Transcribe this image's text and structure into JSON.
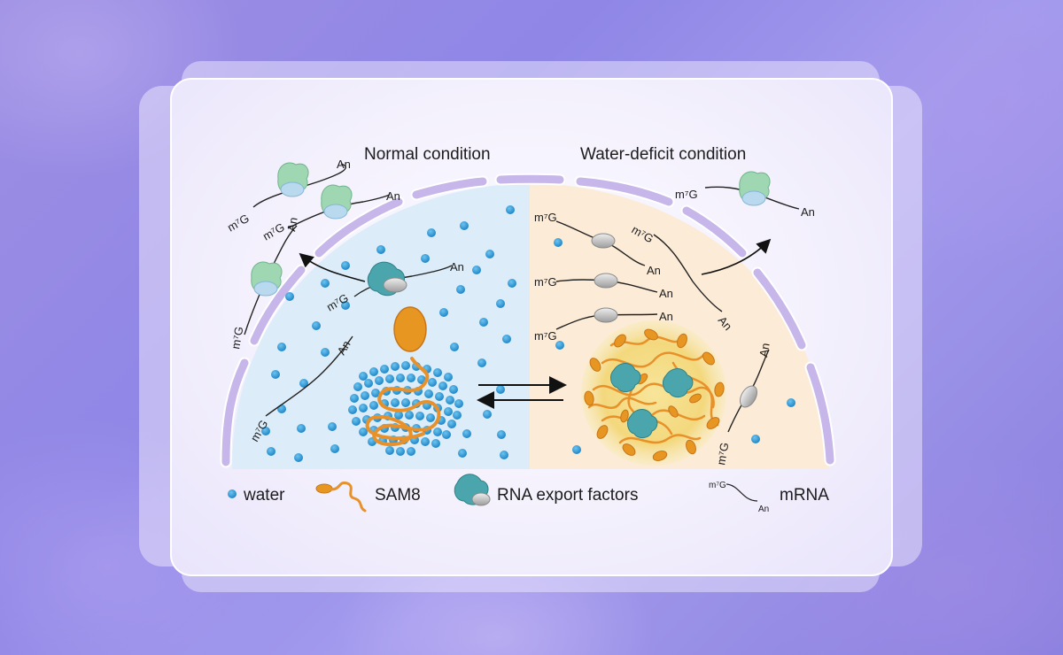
{
  "titles": {
    "normal": "Normal condition",
    "deficit": "Water-deficit condition"
  },
  "mrna": {
    "cap": "m⁷G",
    "tail": "An"
  },
  "legend": {
    "water": "water",
    "sam8": "SAM8",
    "export": "RNA export factors",
    "mrna": "mRNA"
  },
  "colors": {
    "water": "#2a9ad6",
    "sam8": "#e8912a",
    "export": "#4aa5ad",
    "ribosome": "#9fd7b2",
    "membrane": "#c8b8ea",
    "normal_bg": "#ddeef9",
    "deficit_bg": "#fcecd9",
    "condensate": "#f5dc86"
  }
}
